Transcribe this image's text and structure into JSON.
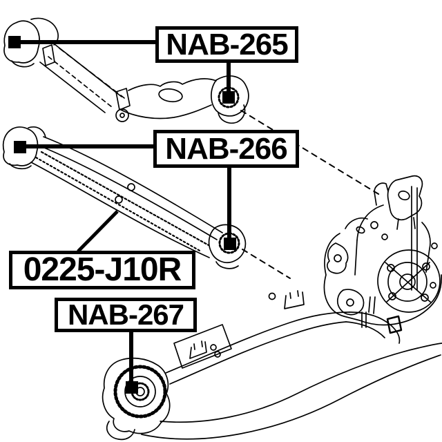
{
  "diagram": {
    "background_color": "#ffffff",
    "line_color": "#000000",
    "marker_color": "#000000",
    "marker_shape": "black-square",
    "callouts": [
      {
        "label": "NAB-265"
      },
      {
        "label": "NAB-266"
      },
      {
        "label": "0225-J10R"
      },
      {
        "label": "NAB-267"
      }
    ]
  }
}
